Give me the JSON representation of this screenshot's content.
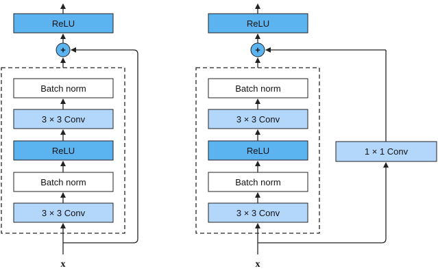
{
  "colors": {
    "relu_fill": "#5bb4f0",
    "conv_fill": "#b3d7fb",
    "norm_fill": "#ffffff",
    "stroke": "#222222",
    "add_fill": "#5bb4f0"
  },
  "left_block": {
    "relu_top": "ReLU",
    "add_symbol": "+",
    "inner": [
      "Batch norm",
      "3 × 3 Conv",
      "ReLU",
      "Batch norm",
      "3 × 3 Conv"
    ],
    "input_label": "x"
  },
  "right_block": {
    "relu_top": "ReLU",
    "add_symbol": "+",
    "inner": [
      "Batch norm",
      "3 × 3 Conv",
      "ReLU",
      "Batch norm",
      "3 × 3 Conv"
    ],
    "shortcut_conv": "1 × 1 Conv",
    "input_label": "x"
  }
}
